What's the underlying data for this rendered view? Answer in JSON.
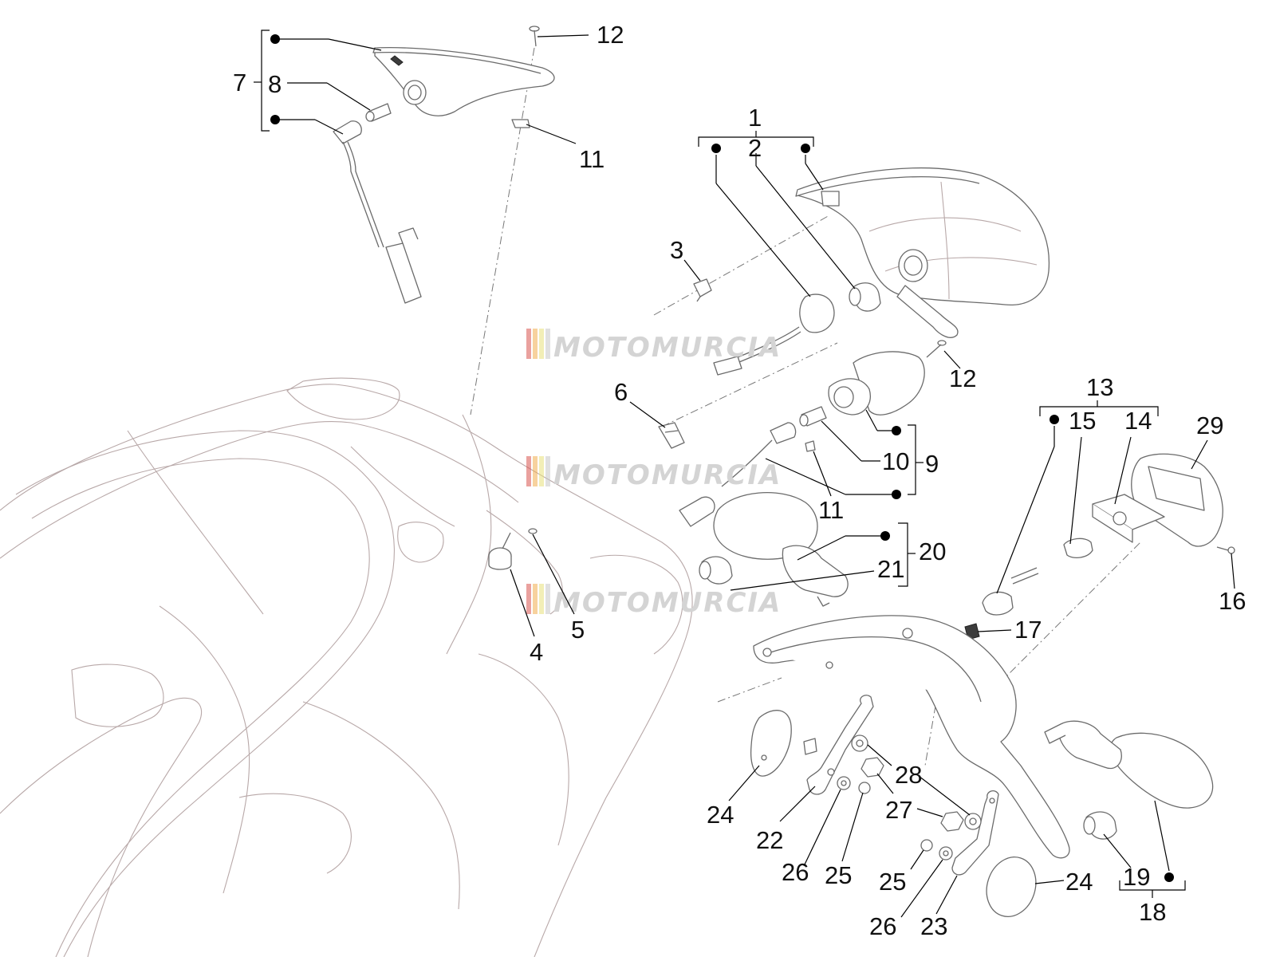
{
  "watermark": {
    "text": "MOTOMURCIA",
    "stripe_colors": [
      "#d9534f",
      "#f0ad4e",
      "#e8e07a",
      "#c7c7c7"
    ]
  },
  "callouts": [
    {
      "id": "c1",
      "label": "1"
    },
    {
      "id": "c2",
      "label": "2"
    },
    {
      "id": "c3",
      "label": "3"
    },
    {
      "id": "c4",
      "label": "4"
    },
    {
      "id": "c5",
      "label": "5"
    },
    {
      "id": "c6",
      "label": "6"
    },
    {
      "id": "c7",
      "label": "7"
    },
    {
      "id": "c8",
      "label": "8"
    },
    {
      "id": "c9",
      "label": "9"
    },
    {
      "id": "c10",
      "label": "10"
    },
    {
      "id": "c11a",
      "label": "11"
    },
    {
      "id": "c11b",
      "label": "11"
    },
    {
      "id": "c12a",
      "label": "12"
    },
    {
      "id": "c12b",
      "label": "12"
    },
    {
      "id": "c13",
      "label": "13"
    },
    {
      "id": "c14",
      "label": "14"
    },
    {
      "id": "c15",
      "label": "15"
    },
    {
      "id": "c16",
      "label": "16"
    },
    {
      "id": "c17",
      "label": "17"
    },
    {
      "id": "c18",
      "label": "18"
    },
    {
      "id": "c19",
      "label": "19"
    },
    {
      "id": "c20",
      "label": "20"
    },
    {
      "id": "c21",
      "label": "21"
    },
    {
      "id": "c22",
      "label": "22"
    },
    {
      "id": "c23",
      "label": "23"
    },
    {
      "id": "c24a",
      "label": "24"
    },
    {
      "id": "c24b",
      "label": "24"
    },
    {
      "id": "c25a",
      "label": "25"
    },
    {
      "id": "c25b",
      "label": "25"
    },
    {
      "id": "c26a",
      "label": "26"
    },
    {
      "id": "c26b",
      "label": "26"
    },
    {
      "id": "c27",
      "label": "27"
    },
    {
      "id": "c28",
      "label": "28"
    },
    {
      "id": "c29",
      "label": "29"
    }
  ]
}
